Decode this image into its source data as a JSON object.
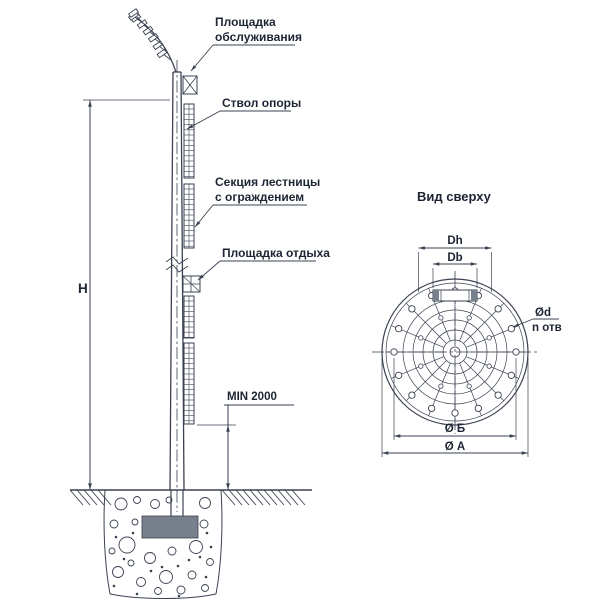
{
  "side_view": {
    "service_platform_l1": "Площадка",
    "service_platform_l2": "обслуживания",
    "pole_trunk": "Ствол опоры",
    "ladder_l1": "Секция лестницы",
    "ladder_l2": "с ограждением",
    "rest_platform": "Площадка отдыха",
    "min_clearance": "MIN 2000",
    "height_symbol": "H"
  },
  "top_view": {
    "title": "Вид сверху",
    "dim_dh": "Dh",
    "dim_db": "Db",
    "dim_hole_diameter": "Ød",
    "dim_hole_count": "n отв",
    "dim_bolt_circle": "Ø Б",
    "dim_outer_diameter": "Ø А"
  },
  "colors": {
    "line": "#3a4150",
    "text": "#1d2433",
    "dark_fill": "#78808e",
    "background": "#ffffff"
  }
}
